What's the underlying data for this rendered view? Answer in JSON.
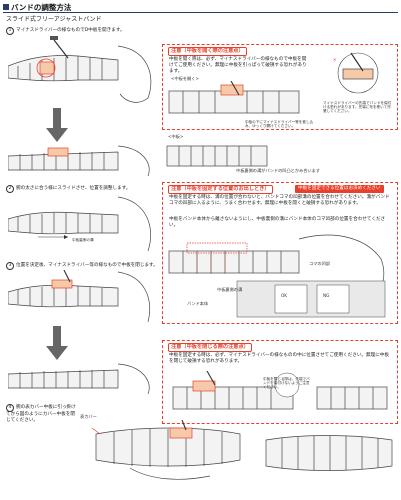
{
  "header": {
    "title": "バンドの調整方法",
    "subtitle": "スライド式フリーアジャストバンド"
  },
  "steps": [
    {
      "num": "1",
      "text": "マイナスドライバーの様なものでD中板を開きます。"
    },
    {
      "num": "2",
      "text": "腕の太さに合う様にスライドさせ、位置を調整します。"
    },
    {
      "num": "3",
      "text": "位置を決定後、マイナスドライバー等の様なもので中板を閉じます。"
    },
    {
      "num": "4",
      "text": "腕の表カバー中板に引っ掛けてから図のようにカバー中板を閉じてください。"
    }
  ],
  "callout1": {
    "title": "注意（中板を開く際の注意点）",
    "body": "中板を開く際は、必ず、マイナスドライバーの様なもので中板を開けてご使用ください。無理に中板を引っぱって破損する恐れがあります。",
    "tag_top": "<中板を開く>",
    "note_left": "中板の下にマイナスドライバー等を差し込み、ゆっくり開けてください。",
    "note_right": "マイナスドライバーの先端でバンドを傷付ける恐れがあります。先端に布を巻いて作業してください。"
  },
  "tags_middle": {
    "d_plate": "<中板>",
    "under_plate": "中板裏側の溝がバンドの凹凸とかみ合います"
  },
  "callout2": {
    "title": "注意（中板を固定する位置のお出しとき）",
    "red_label": "中板を固定できる位置はお決めください",
    "body": "中板を固定する時は、溝の位置が合わないと、バンドコマの凹部溝の位置を合わせてください。溝がバンドコマの凹部に入るように、うまく合わせます。無理に中板を開くと破損する恐れがあります。",
    "body2": "中板をバンド本体から離さないようにし、中板裏側の溝にバンド本体のコマ凹部の位置を合わせてください。",
    "label_coma": "コマの凹部",
    "label_groove": "中板裏側の溝",
    "label_band": "バンド本体",
    "label_ok": "OK",
    "label_ng": "NG"
  },
  "callout3": {
    "title": "注意（中板を閉じる際の注意点）",
    "body": "中板を固定する時は、必ず、マイナスドライバーの様なものの中に位置させてご使用ください。無理に中板を閉じて破損する恐れがあります。",
    "note": "中板を閉じる際は、先端でバンドを傷付けないようご注意ください。"
  },
  "step4_label": "表カバー"
}
